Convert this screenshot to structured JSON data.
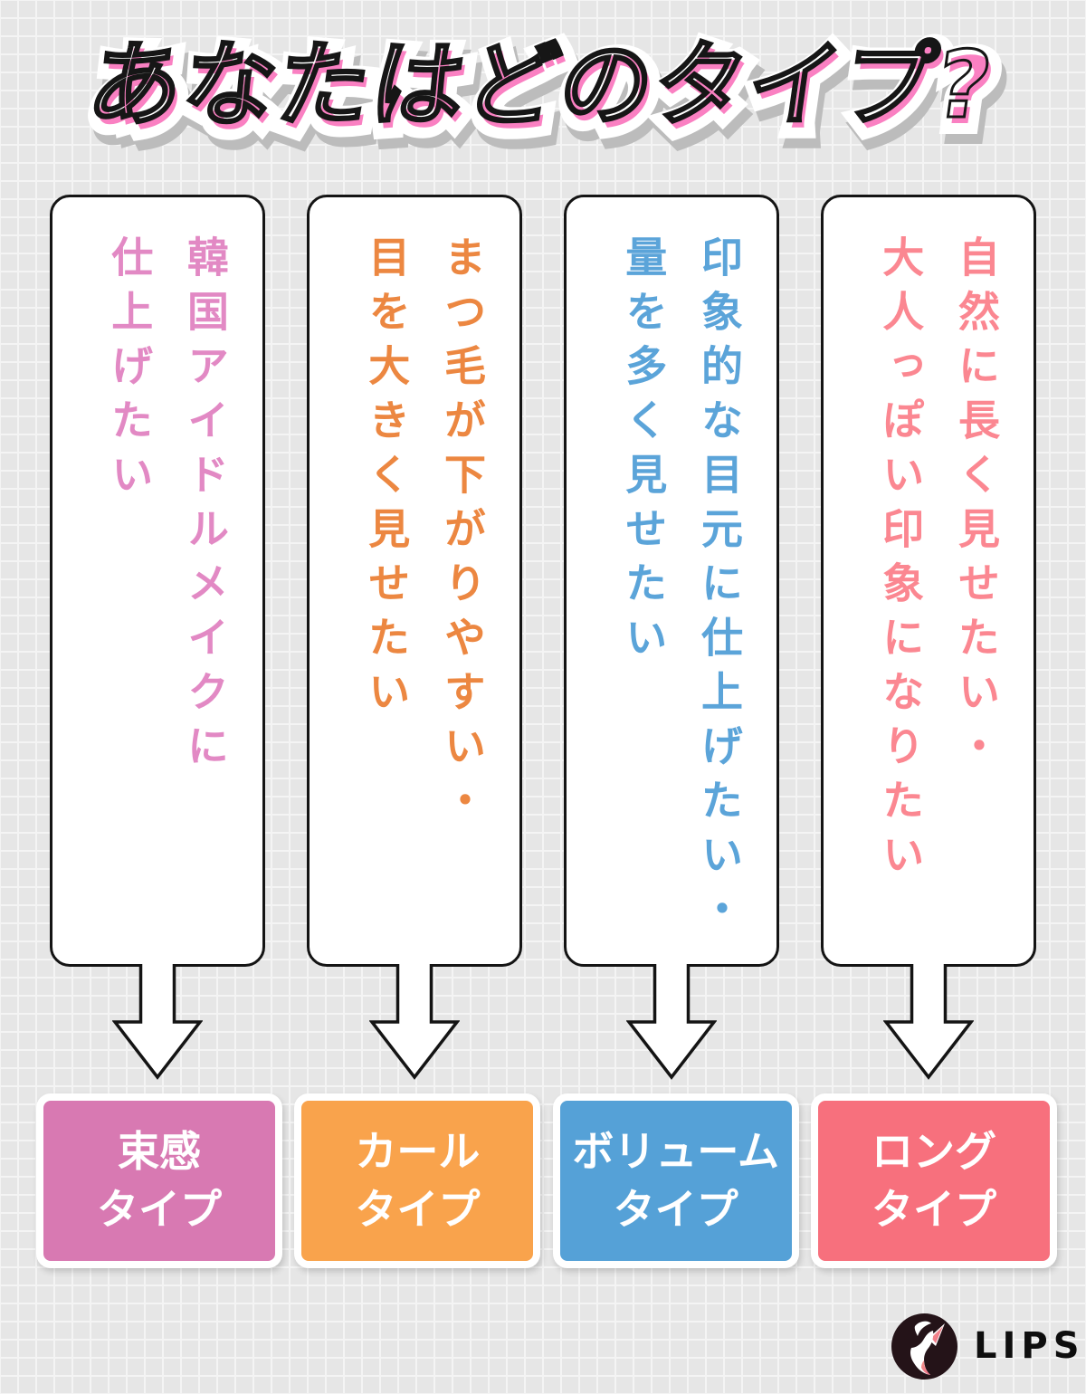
{
  "title": "あなたはどのタイプ?",
  "columns": [
    {
      "statement_line1": "韓国アイドルメイクに",
      "statement_line2": "仕上げたい",
      "type_line1": "束感",
      "type_line2": "タイプ",
      "accent_color": "#e289c4",
      "box_color": "#d879b2"
    },
    {
      "statement_line1": "まつ毛が下がりやすい・",
      "statement_line2": "目を大きく見せたい",
      "type_line1": "カール",
      "type_line2": "タイプ",
      "accent_color": "#ec8741",
      "box_color": "#f9a34c"
    },
    {
      "statement_line1": "印象的な目元に仕上げたい・",
      "statement_line2": "量を多く見せたい",
      "type_line1": "ボリューム",
      "type_line2": "タイプ",
      "accent_color": "#5ba4d9",
      "box_color": "#55a1d7"
    },
    {
      "statement_line1": "自然に長く見せたい・",
      "statement_line2": "大人っぽい印象になりたい",
      "type_line1": "ロング",
      "type_line2": "タイプ",
      "accent_color": "#fb8791",
      "box_color": "#f7707d"
    }
  ],
  "footer": {
    "brand": "LIPS"
  },
  "colors": {
    "title_pink": "#fa80c2",
    "title_shadow": "#bcbcbc",
    "sticker_white": "#ffffff",
    "outline_black": "#141414",
    "background": "#e6e6e6",
    "grid_line": "#f4f4f4"
  }
}
